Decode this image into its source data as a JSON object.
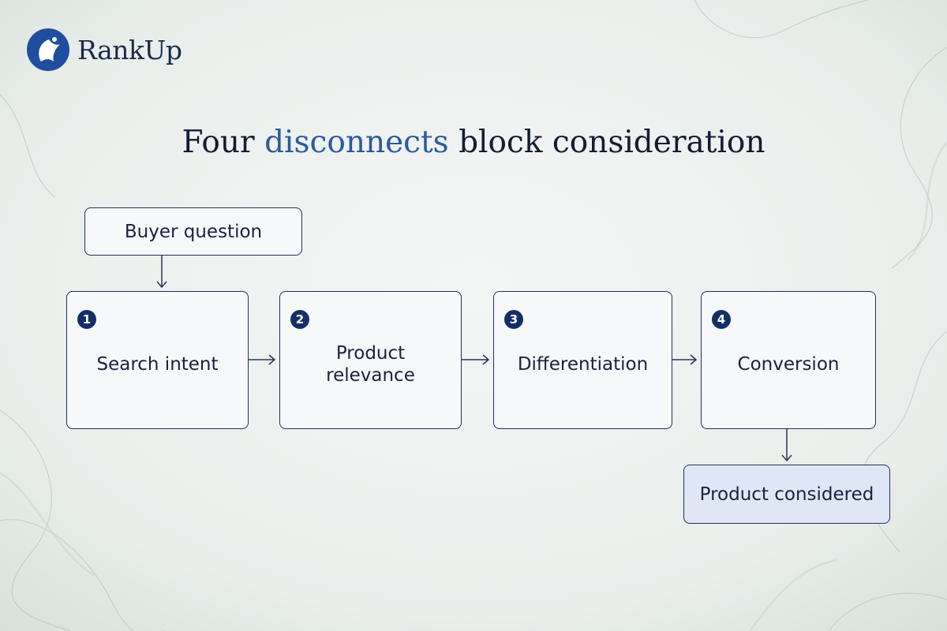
{
  "brand": {
    "name": "RankUp"
  },
  "title": {
    "prefix": "Four",
    "accent": "disconnects",
    "suffix": "block consideration"
  },
  "start_node": "Buyer question",
  "steps": [
    {
      "number": "1",
      "label": "Search intent"
    },
    {
      "number": "2",
      "label": "Product relevance"
    },
    {
      "number": "3",
      "label": "Differentiation"
    },
    {
      "number": "4",
      "label": "Conversion"
    }
  ],
  "end_node": "Product considered",
  "colors": {
    "accent": "#2a5aa0",
    "badge": "#142f68",
    "border": "#23305c",
    "end_fill": "#dfe7f6"
  }
}
